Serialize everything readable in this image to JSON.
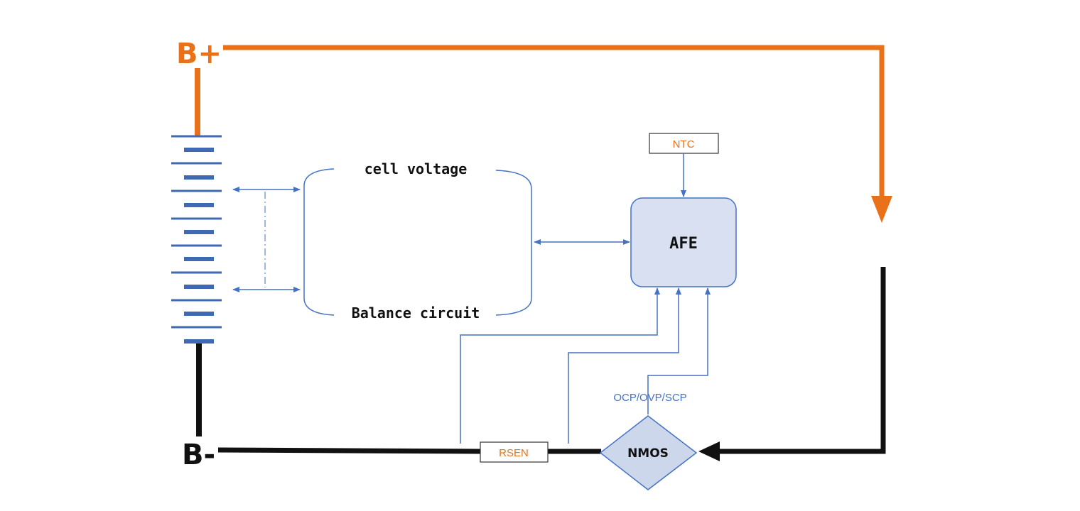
{
  "labels": {
    "b_plus": "B+",
    "b_minus": "B-",
    "cell_voltage": "cell voltage",
    "balance_circuit": "Balance circuit",
    "afe": "AFE",
    "ntc": "NTC",
    "rsen": "RSEN",
    "nmos": "NMOS",
    "protection": "OCP/OVP/SCP"
  },
  "colors": {
    "positive_rail": "#e87119",
    "negative_rail": "#111111",
    "signal": "#4472c4",
    "cell": "#3f6ab3",
    "afe_fill": "#d9e0f1",
    "nmos_fill": "#cdd7ec",
    "component_label": "#e87119"
  }
}
